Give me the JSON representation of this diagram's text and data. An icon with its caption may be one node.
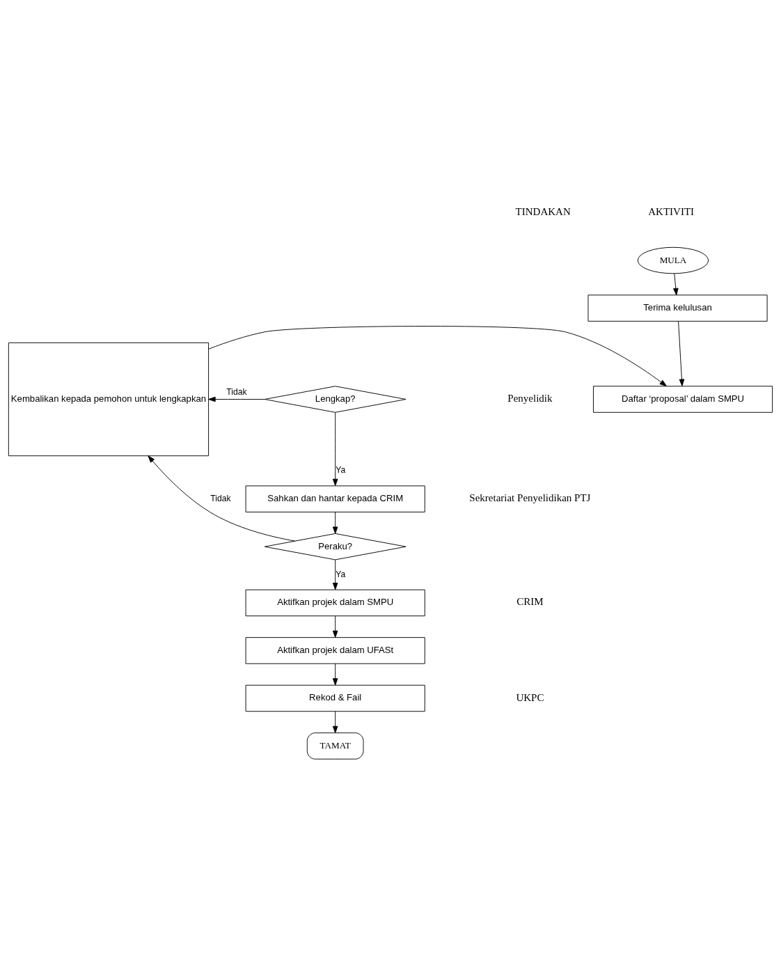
{
  "diagram": {
    "nodes": [
      {
        "text": [
          "MULA"
        ]
      },
      {
        "text": [
          "Terima kelulusan"
        ]
      },
      {
        "text": [
          "Daftar ‘proposal’ dalam SMPU"
        ]
      },
      {
        "text": [
          "Kembalikan kepada pemohon untuk lengkapkan"
        ]
      },
      {
        "text": [
          "Lengkap?"
        ]
      },
      {
        "text": [
          "Sahkan dan hantar kepada CRIM"
        ]
      },
      {
        "text": [
          "Peraku?"
        ]
      },
      {
        "text": [
          "Aktifkan projek dalam SMPU"
        ]
      },
      {
        "text": [
          "Aktifkan projek dalam UFASt"
        ]
      },
      {
        "text": [
          "Rekod & Fail"
        ]
      },
      {
        "text": [
          "TAMAT"
        ]
      }
    ],
    "edges": [
      {
        "from": 0,
        "to": 1,
        "arrow": "to"
      },
      {
        "from": 1,
        "to": 2,
        "arrow": "to"
      },
      {
        "from": 3,
        "to": 2,
        "arrow": "to"
      },
      {
        "from": 4,
        "to": 3,
        "arrow": "to",
        "label": "Tidak"
      },
      {
        "from": 4,
        "to": 5,
        "arrow": "to",
        "label": "Ya"
      },
      {
        "from": 5,
        "to": 6,
        "arrow": "to"
      },
      {
        "from": 6,
        "to": 3,
        "arrow": "to",
        "label": "Tidak"
      },
      {
        "from": 6,
        "to": 7,
        "arrow": "to",
        "label": "Ya"
      },
      {
        "from": 7,
        "to": 8,
        "arrow": "to"
      },
      {
        "from": 8,
        "to": 9,
        "arrow": "to"
      },
      {
        "from": 9,
        "to": 10,
        "arrow": "to"
      }
    ],
    "labels": [
      "TINDAKAN",
      "AKTIVITI",
      "Penyelidik",
      "Sekretariat Penyelidikan PTJ",
      "CRIM",
      "UKPC"
    ]
  }
}
